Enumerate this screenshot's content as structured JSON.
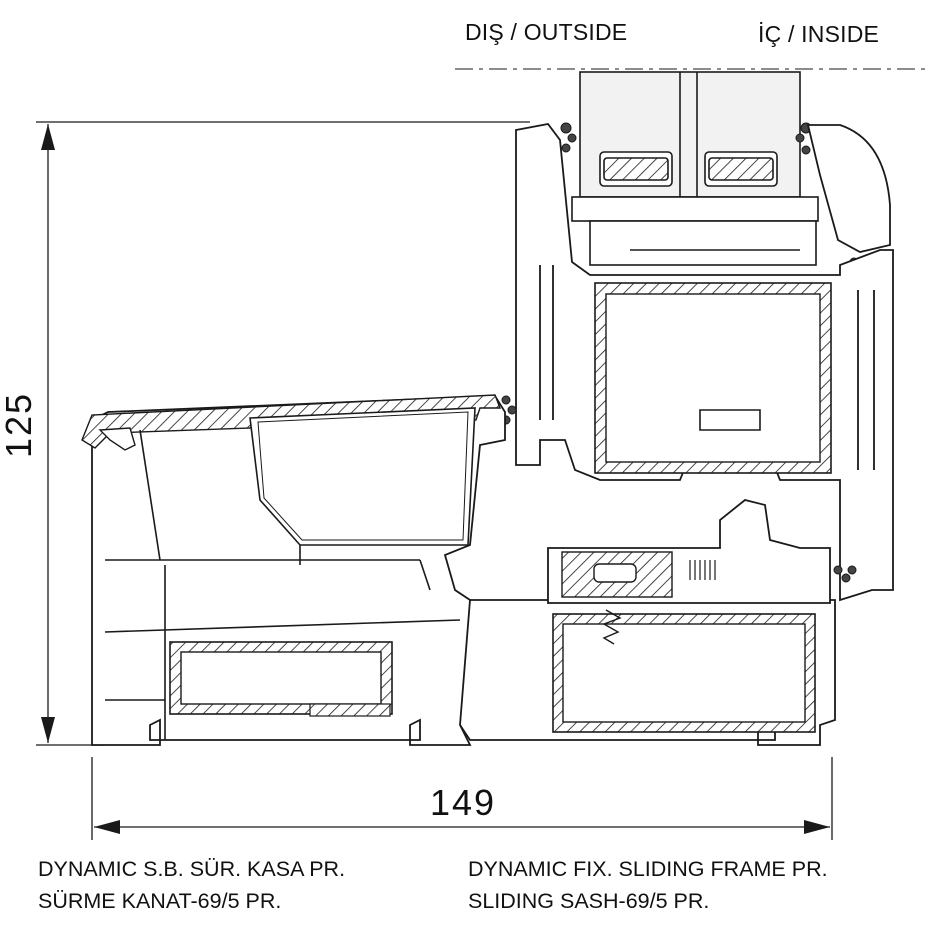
{
  "header": {
    "outside_label": "DIŞ / OUTSIDE",
    "inside_label": "İÇ / INSIDE"
  },
  "dimensions": {
    "height": "125",
    "width": "149"
  },
  "captions": {
    "left_line1": "DYNAMIC S.B. SÜR. KASA PR.",
    "left_line2": "SÜRME KANAT-69/5 PR.",
    "right_line1": "DYNAMIC FIX. SLIDING FRAME PR.",
    "right_line2": "SLIDING SASH-69/5 PR."
  },
  "colors": {
    "line": "#1a1a1a",
    "profile_fill": "#ffffff",
    "glass_fill": "#f2f2f2",
    "gasket": "#444444"
  }
}
